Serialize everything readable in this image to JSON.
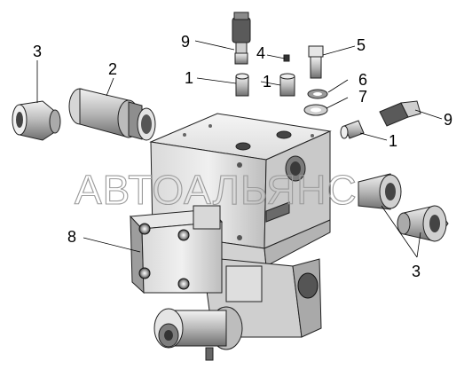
{
  "diagram": {
    "watermark": "АВТОАЛЬЯНС",
    "callouts": [
      {
        "id": "c-9-top",
        "text": "9"
      },
      {
        "id": "c-4",
        "text": "4"
      },
      {
        "id": "c-5",
        "text": "5"
      },
      {
        "id": "c-1-left",
        "text": "1"
      },
      {
        "id": "c-1-mid",
        "text": "1"
      },
      {
        "id": "c-6",
        "text": "6"
      },
      {
        "id": "c-7",
        "text": "7"
      },
      {
        "id": "c-9-right",
        "text": "9"
      },
      {
        "id": "c-1-right",
        "text": "1"
      },
      {
        "id": "c-3-left",
        "text": "3"
      },
      {
        "id": "c-2",
        "text": "2"
      },
      {
        "id": "c-8",
        "text": "8"
      },
      {
        "id": "c-3-right",
        "text": "3"
      }
    ]
  }
}
